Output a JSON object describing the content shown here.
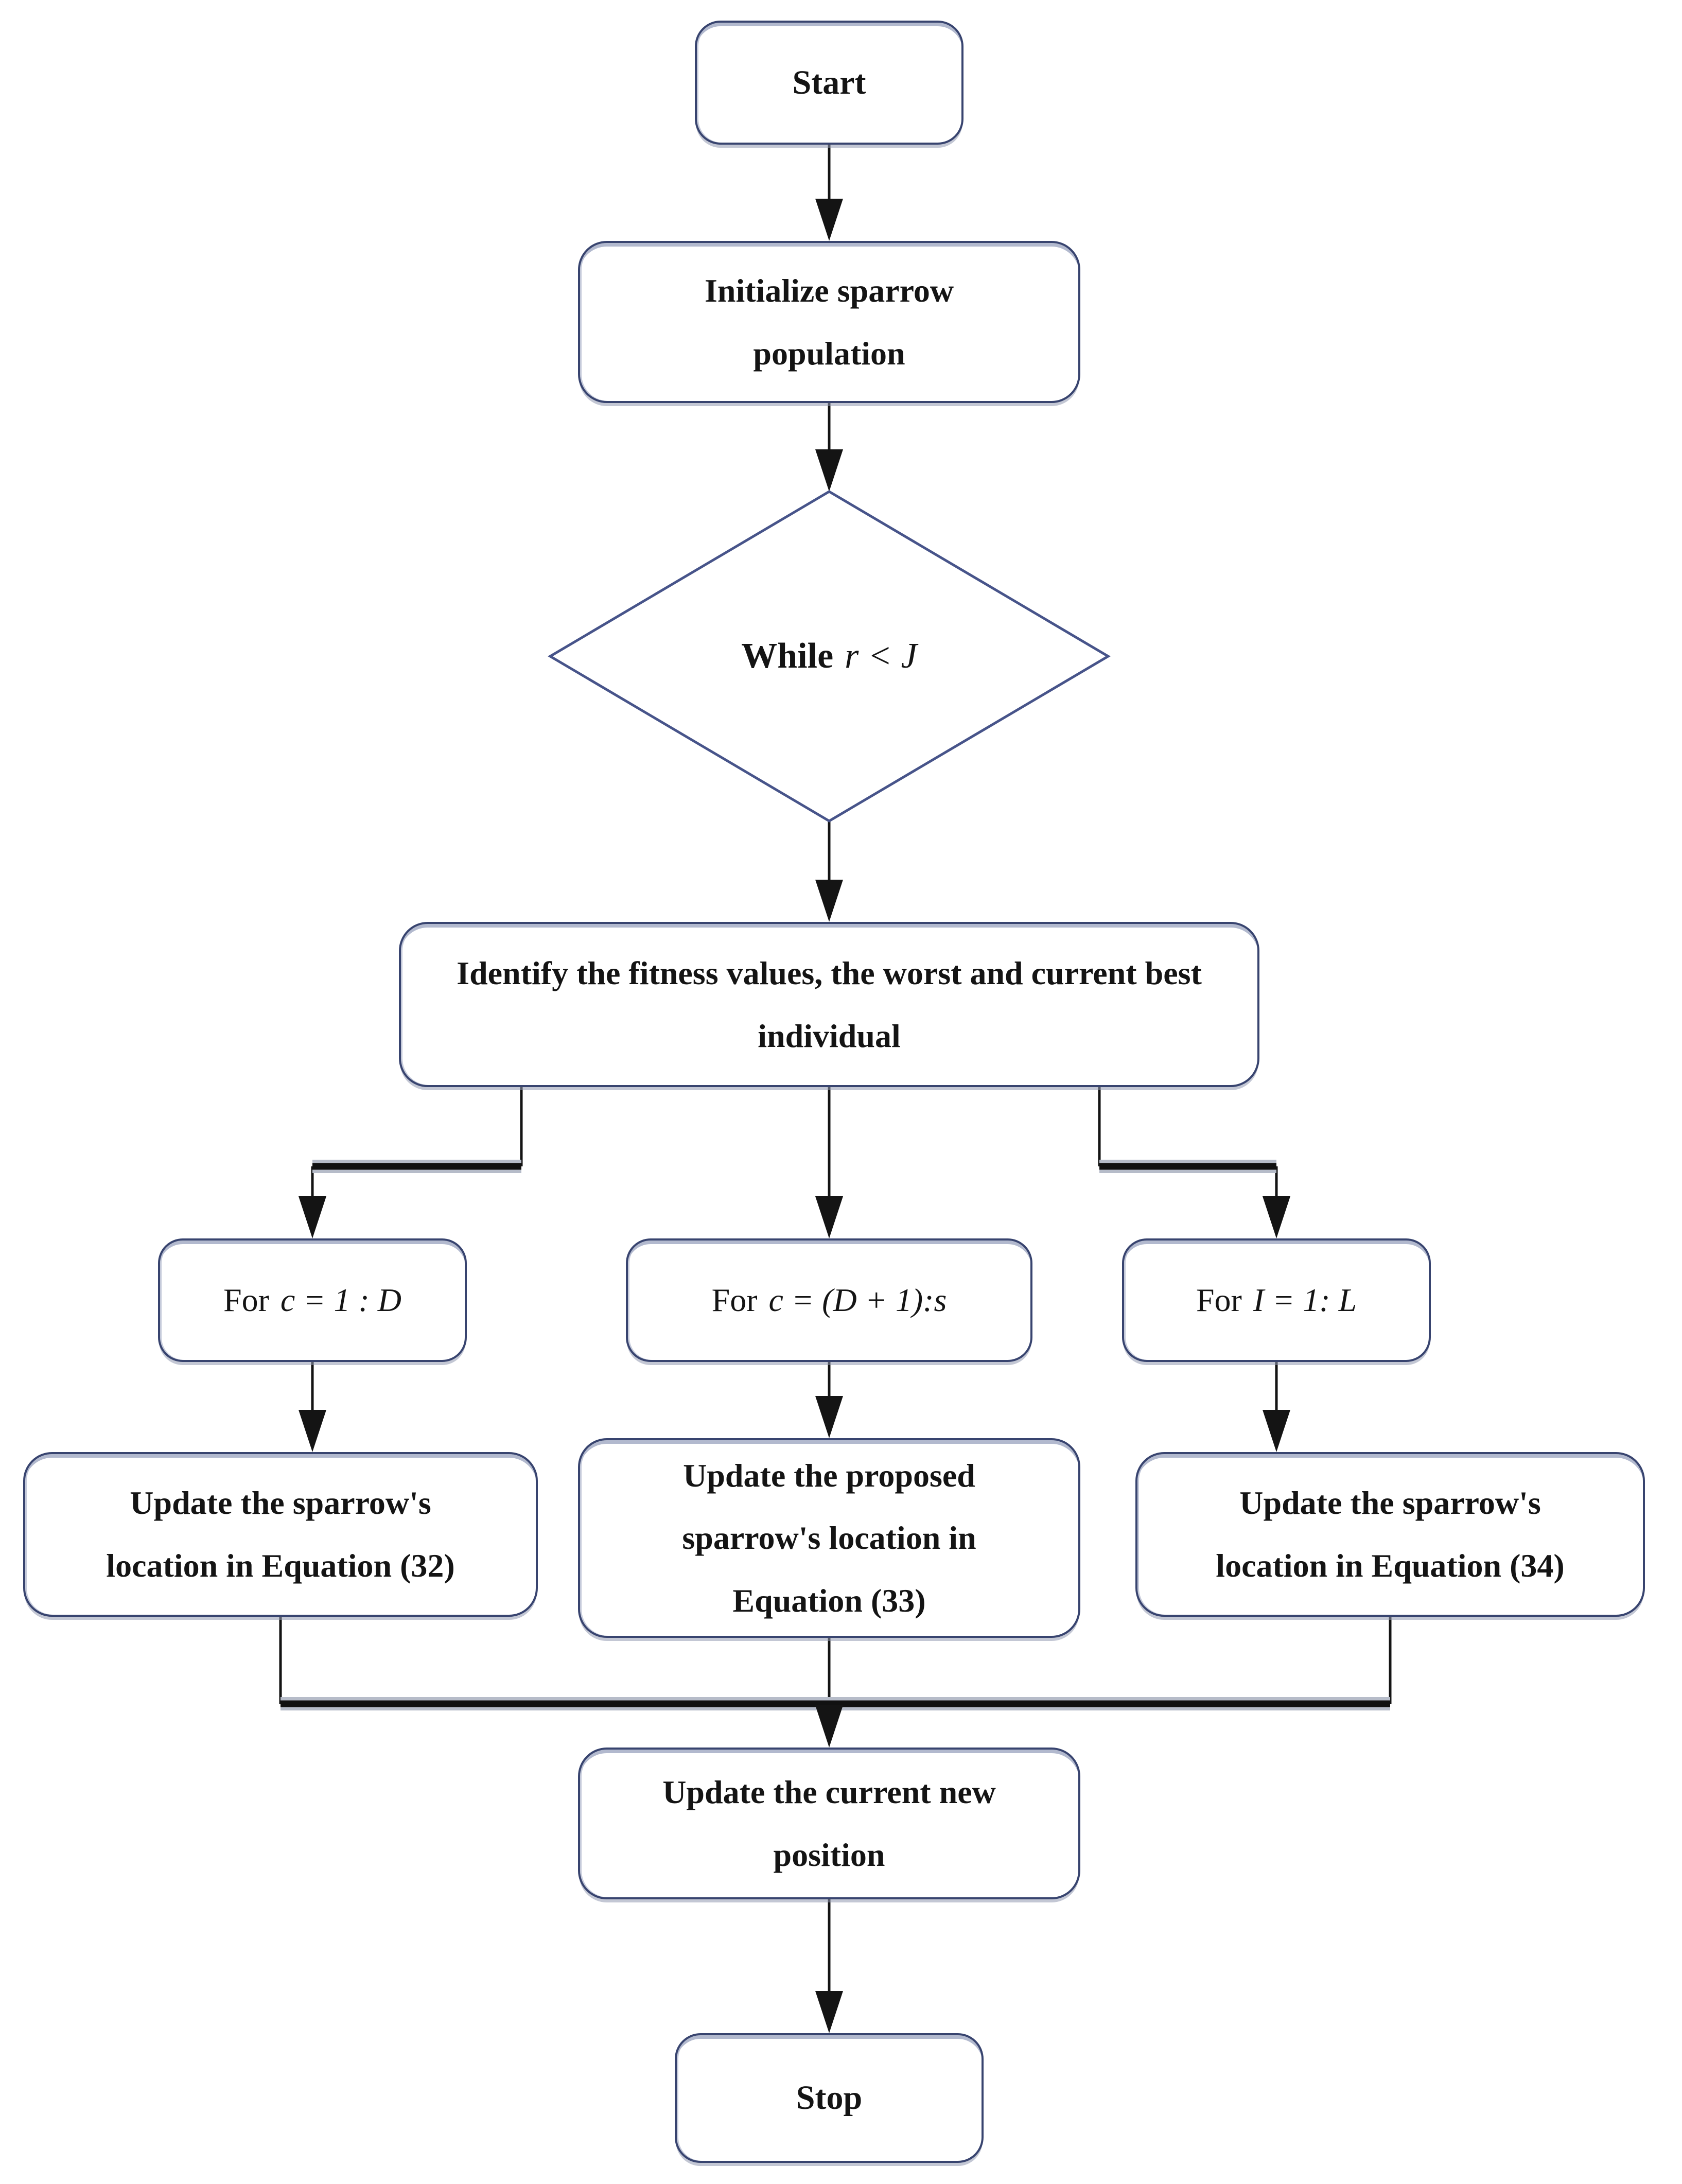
{
  "flowchart": {
    "nodes": {
      "start": {
        "label": "Start"
      },
      "initialize": {
        "label": "Initialize sparrow population"
      },
      "while_loop": {
        "prefix": "While",
        "condition": "r < J"
      },
      "identify": {
        "label": "Identify the fitness values, the worst and current best individual"
      },
      "for_producers": {
        "prefix": "For",
        "expression": "c = 1 : D"
      },
      "for_scroungers": {
        "prefix": "For",
        "expression": "c = (D + 1):s"
      },
      "for_scouts": {
        "prefix": "For",
        "expression": "I = 1: L"
      },
      "update_producers": {
        "label": "Update the sparrow's location in Equation (32)"
      },
      "update_scroungers": {
        "label": "Update the proposed sparrow's location in Equation (33)"
      },
      "update_scouts": {
        "label": "Update the sparrow's location in Equation (34)"
      },
      "update_position": {
        "label": "Update the current new position"
      },
      "stop": {
        "label": "Stop"
      }
    },
    "colors": {
      "background": "#ffffff",
      "box_border": "#38446f",
      "connector": "#141414",
      "connector_halo": "#b6bcc9",
      "text": "#141414"
    }
  }
}
